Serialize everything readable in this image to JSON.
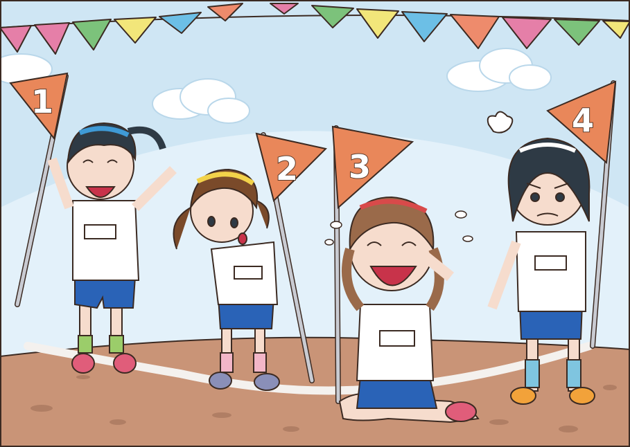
{
  "scene": {
    "flags": [
      {
        "number": "1",
        "color": "#e9875a"
      },
      {
        "number": "2",
        "color": "#e9875a"
      },
      {
        "number": "3",
        "color": "#e9875a"
      },
      {
        "number": "4",
        "color": "#e9875a"
      }
    ],
    "colors": {
      "sky": "#cfe6f4",
      "hill": "#e3f1fa",
      "ground": "#c99477",
      "track_line": "#f4f1ee",
      "shirt": "#ffffff",
      "shorts": "#2a63b7",
      "outline": "#3b2a22"
    },
    "bunting_colors": [
      "#e57fa8",
      "#ee8b6c",
      "#7cc27b",
      "#f2e67a",
      "#6cbfe6"
    ]
  }
}
